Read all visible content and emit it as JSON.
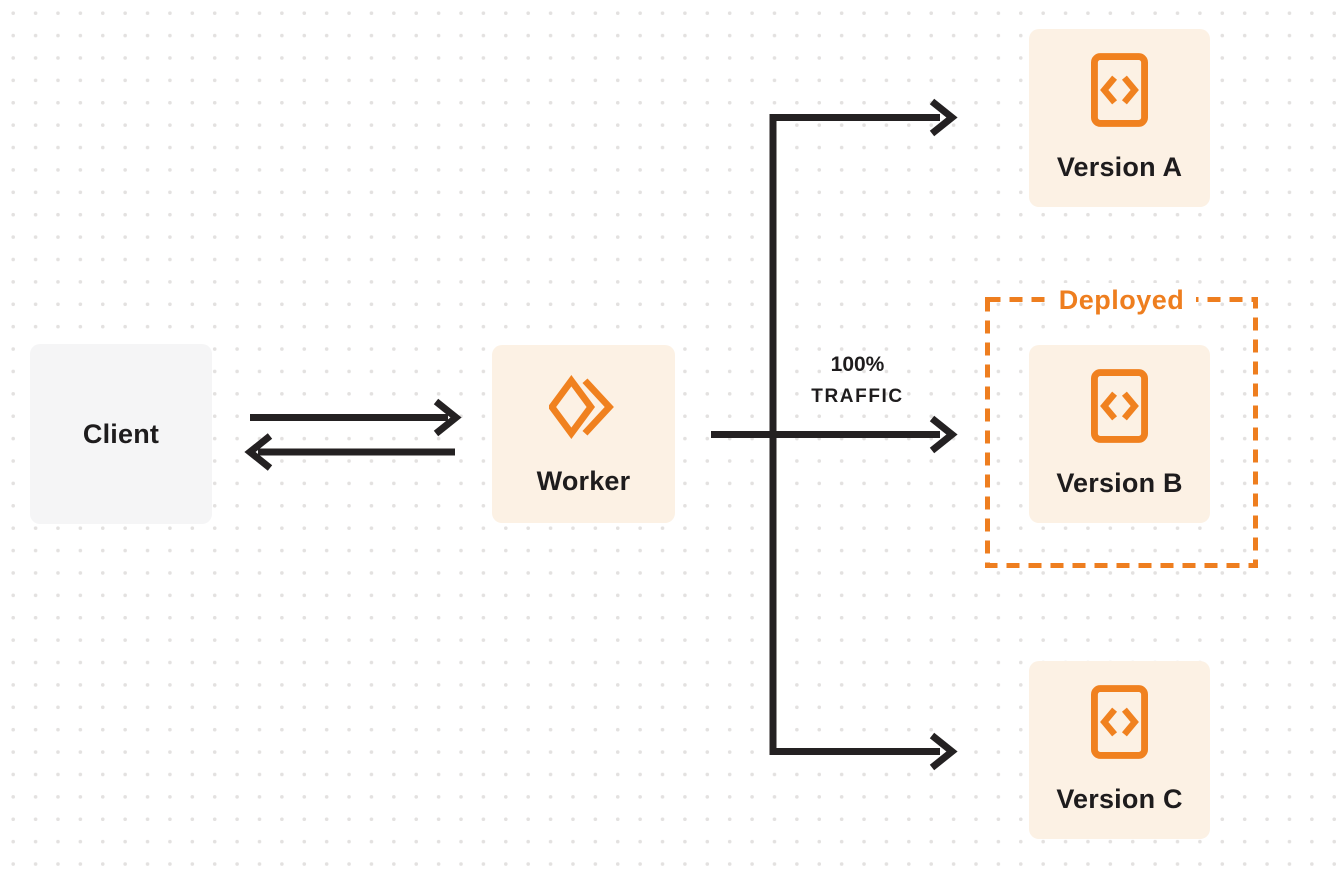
{
  "diagram": {
    "title": "worker-version-traffic-routing",
    "nodes": {
      "client": {
        "label": "Client"
      },
      "worker": {
        "label": "Worker",
        "icon": "cloudflare-workers-logo"
      },
      "version_a": {
        "label": "Version A",
        "icon": "code-file-icon"
      },
      "version_b": {
        "label": "Version B",
        "icon": "code-file-icon"
      },
      "version_c": {
        "label": "Version C",
        "icon": "code-file-icon"
      }
    },
    "group": {
      "label": "Deployed",
      "contains": "Version B"
    },
    "traffic": {
      "line1": "100%",
      "line2": "TRAFFIC"
    },
    "colors": {
      "accent_orange": "#F0811F",
      "deployed_orange": "#EE7E1F",
      "cream_fill": "#FCF1E4",
      "gray_fill": "#F5F5F6",
      "line_dark": "#242122",
      "text_dark": "#1E1C1D",
      "dot_grid": "#E3E1E0",
      "background": "#FFFFFF"
    }
  }
}
